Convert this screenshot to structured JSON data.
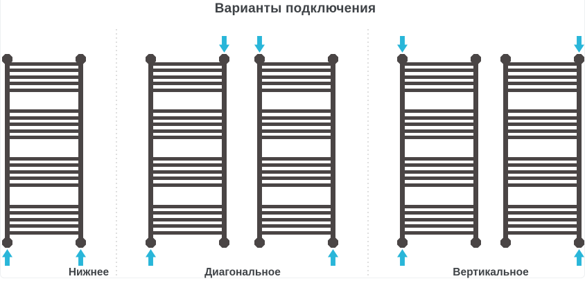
{
  "title": "Варианты подключения",
  "sections": [
    {
      "label": "Нижнее",
      "connection_type": "bottom",
      "radiators": [
        {
          "arrows": [
            "bottom-left",
            "bottom-right"
          ]
        }
      ]
    },
    {
      "label": "Диагональное",
      "connection_type": "diagonal",
      "radiators": [
        {
          "arrows": [
            "top-right",
            "bottom-left"
          ]
        },
        {
          "arrows": [
            "top-left",
            "bottom-right"
          ]
        }
      ]
    },
    {
      "label": "Вертикальное",
      "connection_type": "vertical",
      "radiators": [
        {
          "arrows": [
            "top-left",
            "bottom-left"
          ]
        },
        {
          "arrows": [
            "top-right",
            "bottom-right"
          ]
        }
      ]
    }
  ],
  "radiator": {
    "type": "ladder-towel-rail",
    "rung_groups": 4,
    "rungs_per_group": 5
  },
  "colors": {
    "radiator": "#4a4545",
    "arrow": "#29b6d9",
    "text": "#3f4347",
    "separator": "#d9d9d9",
    "background": "#ffffff",
    "border": "#eef0f2"
  }
}
